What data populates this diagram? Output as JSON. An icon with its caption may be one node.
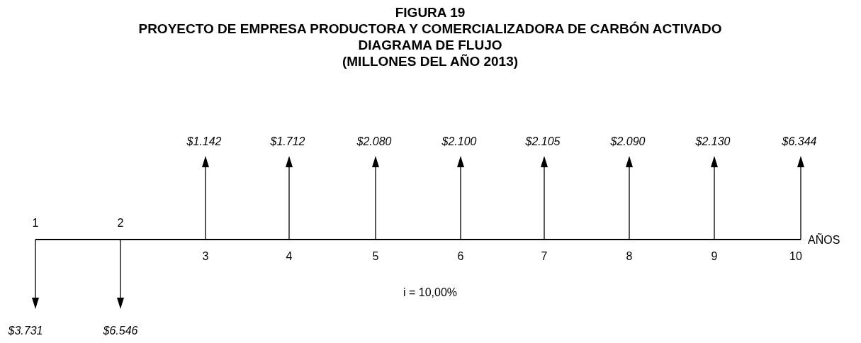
{
  "diagram": {
    "title": "FIGURA 19",
    "labels": [
      "PROYECTO DE EMPRESA PRODUCTORA Y COMERCIALIZADORA DE CARBÓN ACTIVADO",
      "DIAGRAMA DE FLUJO",
      "(MILLONES DEL AÑO 2013)",
      "$1.142",
      "$1.712",
      "$2.080",
      "$2.100",
      "$2.105",
      "$2.090",
      "$2.130",
      "$6.344",
      "1",
      "2",
      "AÑOS",
      "3",
      "4",
      "5",
      "6",
      "7",
      "8",
      "9",
      "10",
      "i = 10,00%",
      "$3.731",
      "$6.546"
    ]
  }
}
